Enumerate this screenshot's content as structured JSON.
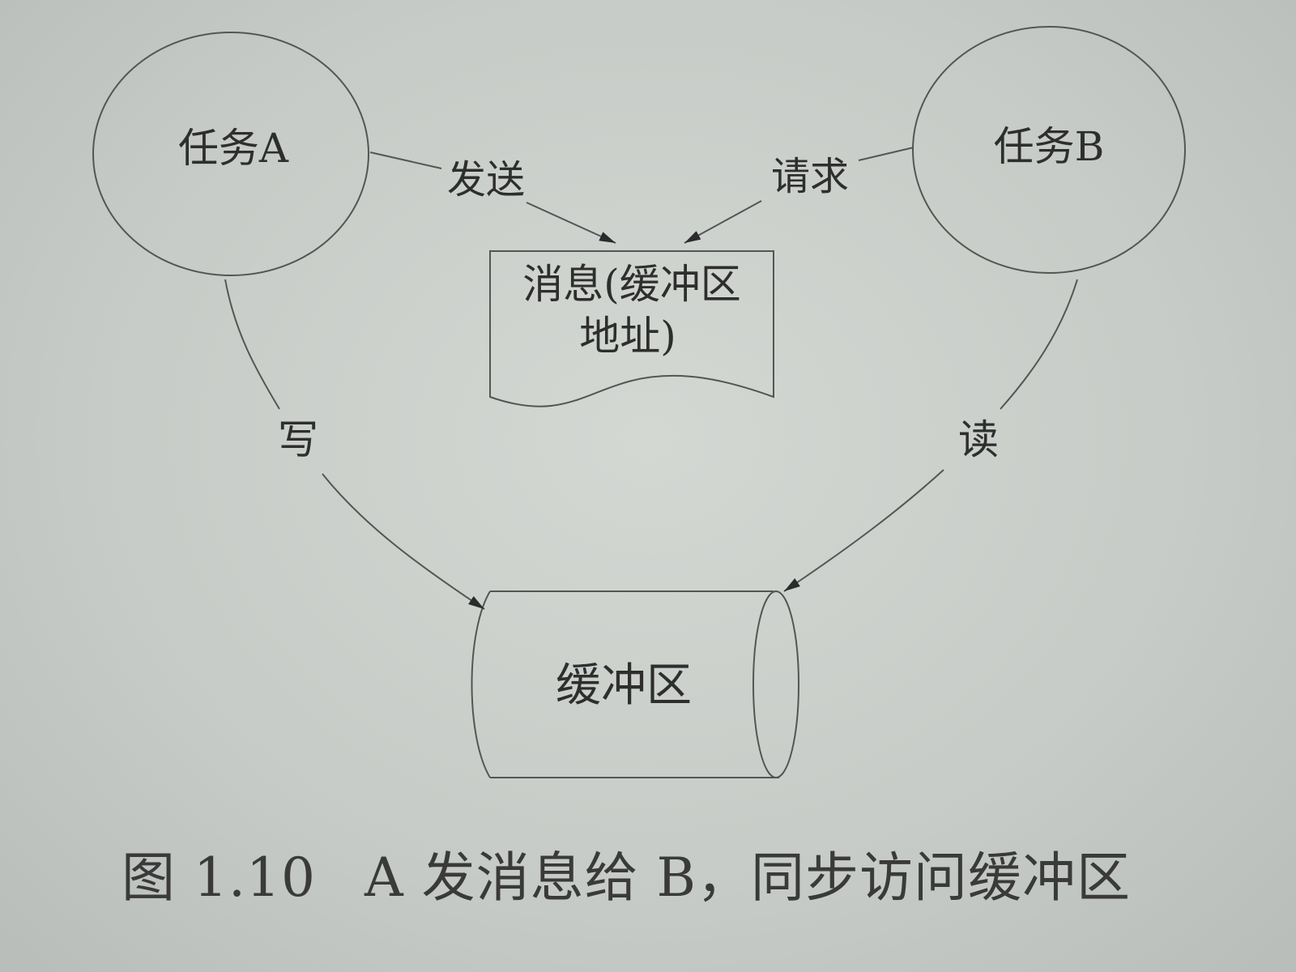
{
  "diagram": {
    "task_a": "任务A",
    "task_b": "任务B",
    "message_line1": "消息(缓冲区",
    "message_line2": "地址)",
    "buffer": "缓冲区",
    "edge_send": "发送",
    "edge_request": "请求",
    "edge_write": "写",
    "edge_read": "读"
  },
  "caption": {
    "number": "图 1.10",
    "text": "A 发消息给 B，同步访问缓冲区"
  },
  "colors": {
    "paper": "#cfd3ce",
    "ink": "#2e2e2e",
    "line": "#555555"
  }
}
